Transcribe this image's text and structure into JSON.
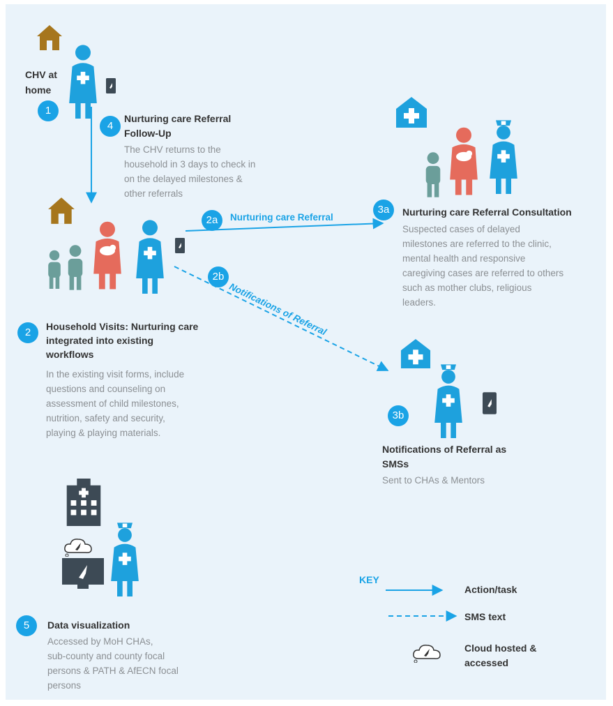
{
  "colors": {
    "accent": "#1aa3e6",
    "nurse": "#1ea1dd",
    "mother": "#e56b5c",
    "child": "#6b9e9a",
    "house": "#a6761d",
    "phone": "#3d4a55",
    "text_heading": "#333333",
    "text_body": "#8b8f93",
    "background": "#eaf3fa"
  },
  "icons": [
    "house-icon",
    "nurse-icon",
    "phone-icon",
    "mother-baby-icon",
    "child-icon",
    "clinic-icon",
    "hospital-building-icon",
    "cloud-icon",
    "monitor-icon"
  ],
  "chv_home": {
    "label_line1": "CHV at",
    "label_line2": "home",
    "badge": "1"
  },
  "step4": {
    "badge": "4",
    "title_line1": "Nurturing care  Referral",
    "title_line2": "Follow-Up",
    "desc": [
      "The CHV returns to the",
      "household in 3 days to check in",
      "on the delayed milestones &",
      "other referrals"
    ]
  },
  "step2": {
    "badge": "2",
    "title": [
      "Household Visits: Nurturing care",
      "integrated into existing",
      "workflows"
    ],
    "desc": [
      "In the existing visit forms, include",
      "questions and counseling on",
      "assessment of child milestones,",
      "nutrition, safety and security,",
      "playing & playing materials."
    ]
  },
  "step2a": {
    "badge": "2a",
    "arrow_label": "Nurturing care Referral"
  },
  "step2b": {
    "badge": "2b",
    "arrow_label": "Notifications of Referral"
  },
  "step3a": {
    "badge": "3a",
    "title": "Nurturing care Referral Consultation",
    "desc": [
      "Suspected cases of delayed",
      "milestones are referred to the clinic,",
      "mental health and responsive",
      "caregiving cases are referred to others",
      "such as mother clubs, religious",
      "leaders."
    ]
  },
  "step3b": {
    "badge": "3b",
    "title": [
      "Notifications of Referral as",
      "SMSs"
    ],
    "desc": [
      "Sent to CHAs & Mentors"
    ]
  },
  "step5": {
    "badge": "5",
    "title": "Data visualization",
    "desc": [
      "Accessed by MoH CHAs,",
      "sub-county and county focal",
      "persons & PATH & AfECN focal",
      "persons"
    ]
  },
  "key": {
    "title": "KEY",
    "action": "Action/task",
    "sms": "SMS text",
    "cloud_line1": "Cloud hosted &",
    "cloud_line2": "accessed"
  }
}
